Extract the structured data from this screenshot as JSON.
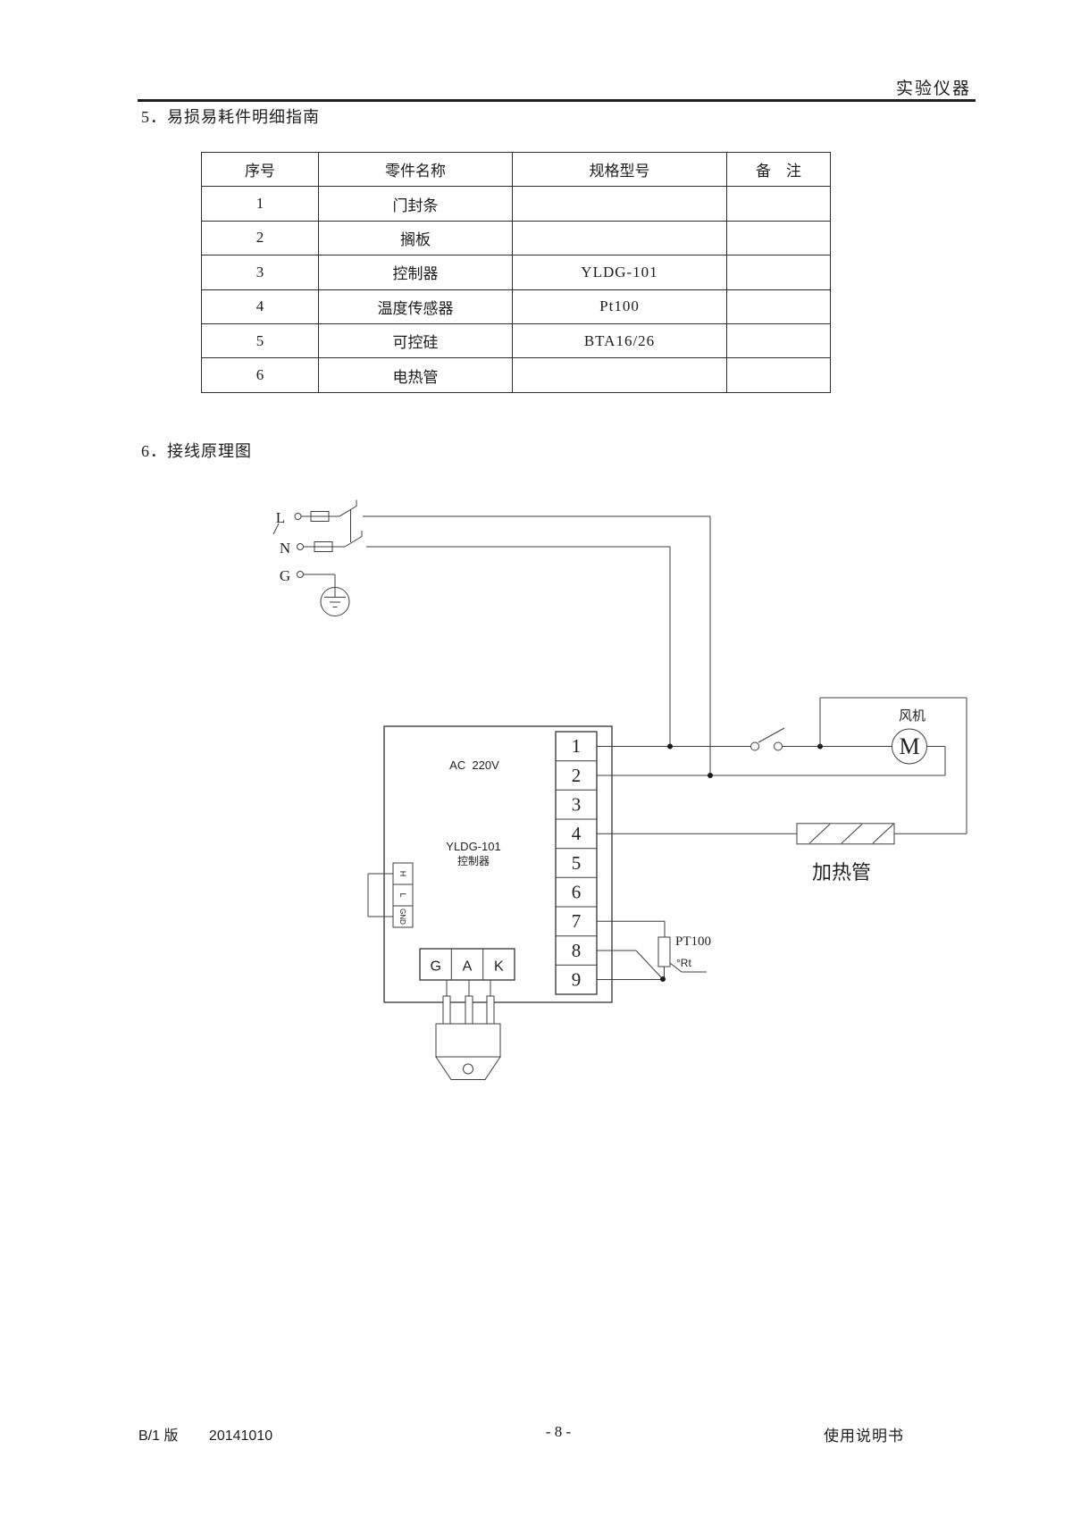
{
  "page": {
    "header_right": "实验仪器",
    "footer": {
      "left_version": "B/1 版",
      "left_date": "20141010",
      "center_page": "- 8 -",
      "right": "使用说明书"
    }
  },
  "section5": {
    "heading": "5．易损易耗件明细指南",
    "table": {
      "headers": [
        "序号",
        "零件名称",
        "规格型号",
        "备　注"
      ],
      "rows": [
        {
          "no": "1",
          "name": "门封条",
          "spec": "",
          "note": ""
        },
        {
          "no": "2",
          "name": "搁板",
          "spec": "",
          "note": ""
        },
        {
          "no": "3",
          "name": "控制器",
          "spec": "YLDG-101",
          "note": ""
        },
        {
          "no": "4",
          "name": "温度传感器",
          "spec": "Pt100",
          "note": ""
        },
        {
          "no": "5",
          "name": "可控硅",
          "spec": "BTA16/26",
          "note": ""
        },
        {
          "no": "6",
          "name": "电热管",
          "spec": "",
          "note": ""
        }
      ]
    }
  },
  "section6": {
    "heading": "6．接线原理图",
    "diagram": {
      "inputs": {
        "live": "L",
        "neutral": "N",
        "ground": "G"
      },
      "controller": {
        "voltage": "AC  220V",
        "model": "YLDG-101",
        "name": "控制器"
      },
      "side_ports": [
        "H",
        "L",
        "GND"
      ],
      "terminals": [
        "1",
        "2",
        "3",
        "4",
        "5",
        "6",
        "7",
        "8",
        "9"
      ],
      "gak": [
        "G",
        "A",
        "K"
      ],
      "fan_label": "风机",
      "motor_letter": "M",
      "heater_label": "加热管",
      "sensor_label": "PT100",
      "sensor_ref": "°Rt"
    }
  }
}
